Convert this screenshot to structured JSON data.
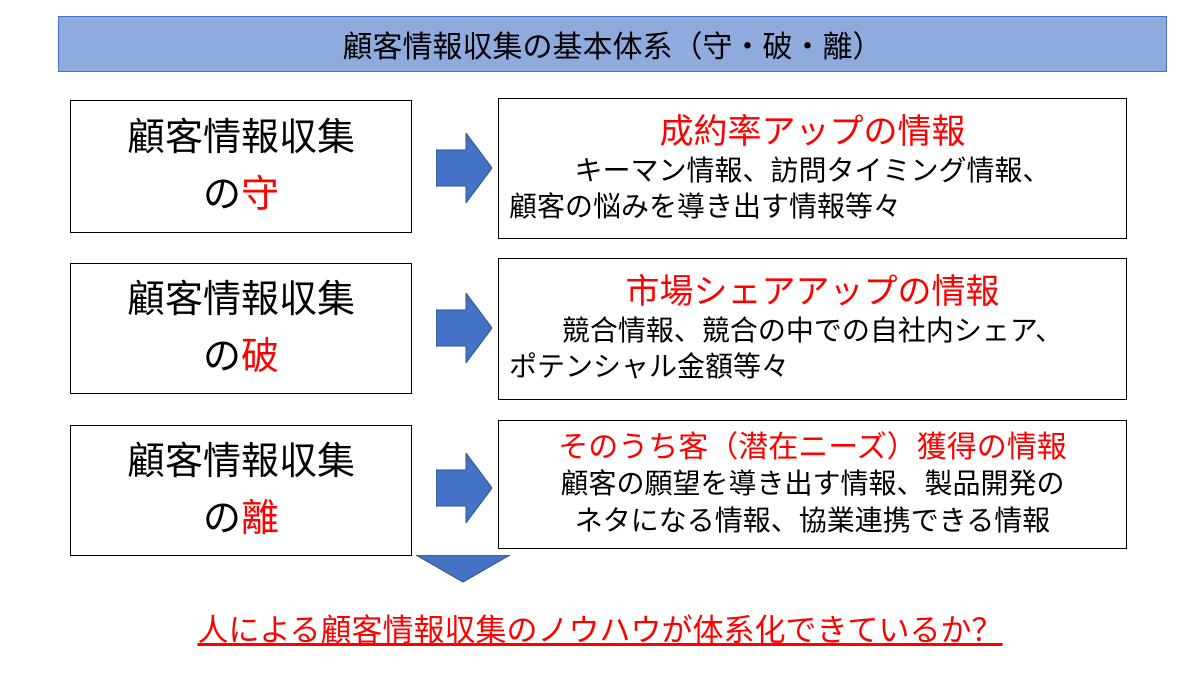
{
  "title": "顧客情報収集の基本体系（守・破・離）",
  "rows": [
    {
      "left_line1": "顧客情報収集",
      "left_prefix": "の",
      "left_key": "守",
      "heading": "成約率アップの情報",
      "body": [
        "キーマン情報、訪問タイミング情報、",
        "顧客の悩みを導き出す情報等々"
      ]
    },
    {
      "left_line1": "顧客情報収集",
      "left_prefix": "の",
      "left_key": "破",
      "heading": "市場シェアアップの情報",
      "body": [
        "競合情報、競合の中での自社内シェア、",
        "ポテンシャル金額等々"
      ]
    },
    {
      "left_line1": "顧客情報収集",
      "left_prefix": "の",
      "left_key": "離",
      "heading": "そのうち客（潜在ニーズ）獲得の情報",
      "body": [
        "顧客の願望を導き出す情報、製品開発の",
        "ネタになる情報、協業連携できる情報"
      ]
    }
  ],
  "conclusion": "人による顧客情報収集のノウハウが体系化できているか？",
  "colors": {
    "accent": "#ff0000",
    "title_fill": "#8faadc",
    "arrow": "#4472c4"
  }
}
